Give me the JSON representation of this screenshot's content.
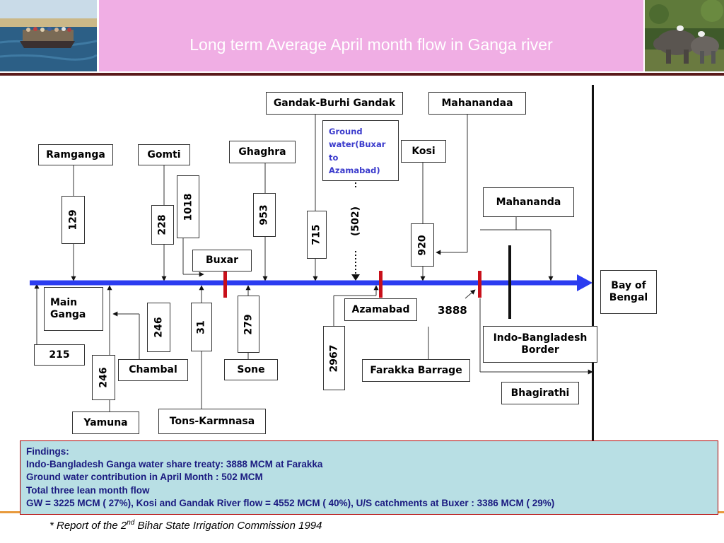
{
  "title": "Long term Average April month flow in Ganga river",
  "labels": {
    "gandak": "Gandak-Burhi Gandak",
    "mahanandaa": "Mahanandaa",
    "ramganga": "Ramganga",
    "gomti": "Gomti",
    "ghaghra": "Ghaghra",
    "ground_water": [
      "Ground",
      "water(Buxar",
      "to",
      "Azamabad)"
    ],
    "kosi": "Kosi",
    "mahananda": "Mahananda",
    "buxar": "Buxar",
    "bay_of_bengal": [
      "Bay of",
      "Bengal"
    ],
    "main_ganga": [
      "Main",
      "Ganga"
    ],
    "azamabad": "Azamabad",
    "farakka_value": "3888",
    "indo_bangladesh": [
      "Indo-Bangladesh",
      "Border"
    ],
    "chambal": "Chambal",
    "sone": "Sone",
    "farakka_barrage": "Farakka Barrage",
    "bhagirathi": "Bhagirathi",
    "yamuna": "Yamuna",
    "tons_karmnasa": "Tons-Karmnasa"
  },
  "flows": {
    "ramganga": "129",
    "gomti": "228",
    "buxar_inflow": "1018",
    "ghaghra": "953",
    "gandak": "715",
    "ground_water": "(502)",
    "kosi": "920",
    "main_ganga": "215",
    "chambal": "246",
    "yamuna": "246",
    "tons_karmnasa": "31",
    "sone": "279",
    "azamabad": "2967"
  },
  "findings": {
    "heading": "Findings:",
    "lines": [
      "Indo-Bangladesh Ganga water share treaty: 3888 MCM at Farakka",
      "Ground water contribution in April Month : 502 MCM",
      "Total three lean month flow",
      "GW = 3225 MCM  ( 27%),    Kosi and Gandak  River flow  =  4552 MCM ( 40%),    U/S catchments  at Buxer : 3386 MCM ( 29%)"
    ]
  },
  "footnote": {
    "prefix": "* Report of the 2",
    "superscript": "nd",
    "suffix": " Bihar State Irrigation Commission 1994"
  },
  "colors": {
    "header_pink": "#f0aee4",
    "river_blue": "#2b3cf0",
    "marker_red": "#c8101a",
    "findings_bg": "#b8dfe4",
    "findings_text": "#1a1a80",
    "ground_water_text": "#3a3acc"
  }
}
